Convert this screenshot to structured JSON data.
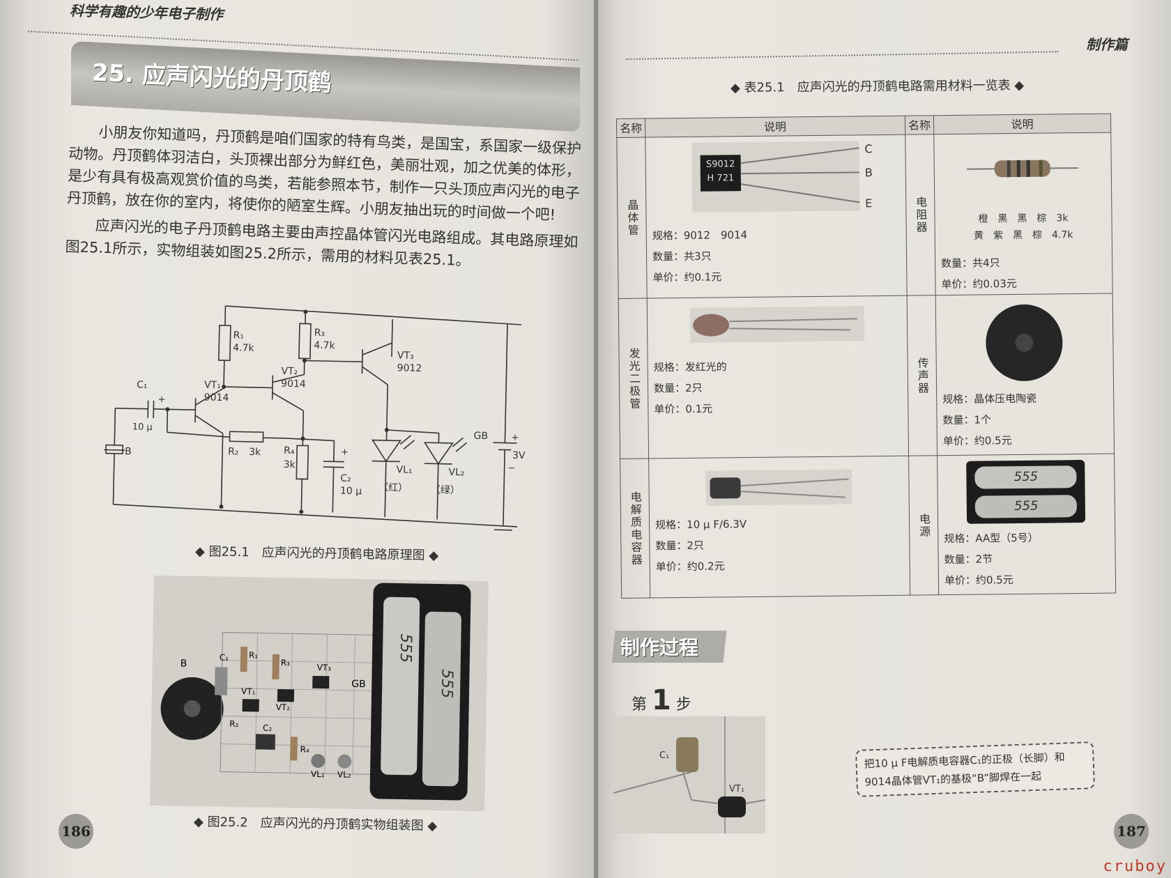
{
  "left": {
    "running_header": "科学有趣的少年电子制作",
    "chapter_title": "25. 应声闪光的丹顶鹤",
    "paragraphs": [
      "小朋友你知道吗，丹顶鹤是咱们国家的特有鸟类，是国宝，系国家一级保护动物。丹顶鹤体羽洁白，头顶裸出部分为鲜红色，美丽壮观，加之优美的体形，是少有具有极高观赏价值的鸟类，若能参照本节，制作一只头顶应声闪光的电子丹顶鹤，放在你的室内，将使你的陋室生辉。小朋友抽出玩的时间做一个吧!",
      "应声闪光的电子丹顶鹤电路主要由声控晶体管闪光电路组成。其电路原理如图25.1所示，实物组装如图25.2所示，需用的材料见表25.1。"
    ],
    "schematic": {
      "R1": "R₁",
      "R1v": "4.7k",
      "R3": "R₃",
      "R3v": "4.7k",
      "VT3": "VT₃",
      "VT3v": "9012",
      "VT2": "VT₂",
      "VT2v": "9014",
      "VT1": "VT₁",
      "VT1v": "9014",
      "C1": "C₁",
      "C1v": "10 μ",
      "plus": "+",
      "B": "B",
      "R2": "R₂",
      "R2v": "3k",
      "R4": "R₄",
      "R4v": "3k",
      "C2": "C₂",
      "C2v": "10 μ",
      "VL1": "VL₁",
      "VL1c": "（红）",
      "VL2": "VL₂",
      "VL2c": "（绿）",
      "GB": "GB",
      "GBv": "3V",
      "minus": "−"
    },
    "fig1_caption": "◆ 图25.1　应声闪光的丹顶鹤电路原理图 ◆",
    "photo_labels": {
      "B": "B",
      "C1": "C₁",
      "R1": "R₁",
      "R3": "R₃",
      "VT3": "VT₃",
      "VT1": "VT₁",
      "VT2": "VT₂",
      "R2": "R₂",
      "C2": "C₂",
      "R4": "R₄",
      "VL1": "VL₁",
      "VL2": "VL₂",
      "GB": "GB",
      "battery": "555"
    },
    "fig2_caption": "◆ 图25.2　应声闪光的丹顶鹤实物组装图 ◆",
    "page_number": "186"
  },
  "right": {
    "running_header": "制作篇",
    "table_caption": "◆ 表25.1　应声闪光的丹顶鹤电路需用材料一览表 ◆",
    "header_name": "名称",
    "header_desc": "说明",
    "items": [
      {
        "name": "晶体管",
        "mark1": "S9012",
        "mark2": "H 721",
        "pins": [
          "C",
          "B",
          "E"
        ],
        "spec": "规格：9012　9014",
        "qty": "数量：共3只",
        "price": "单价：约0.1元"
      },
      {
        "name": "电阻器",
        "bands1": "橙　黑　黑　棕　3k",
        "bands2": "黄　紫　黑　棕　4.7k",
        "qty": "数量：共4只",
        "price": "单价：约0.03元"
      },
      {
        "name": "发光二极管",
        "spec": "规格：发红光的",
        "qty": "数量：2只",
        "price": "单价：0.1元"
      },
      {
        "name": "传声器",
        "spec": "规格：晶体压电陶瓷",
        "qty": "数量：1个",
        "price": "单价：约0.5元"
      },
      {
        "name": "电解质电容器",
        "spec": "规格：10 μ F/6.3V",
        "qty": "数量：2只",
        "price": "单价：约0.2元"
      },
      {
        "name": "电源",
        "battery": "555",
        "spec": "规格：AA型（5号）",
        "qty": "数量：2节",
        "price": "单价：约0.5元"
      }
    ],
    "section_title": "制作过程",
    "step_prefix": "第",
    "step_num": "1",
    "step_suffix": "步",
    "step_labels": {
      "C1": "C₁",
      "VT1": "VT₁"
    },
    "callout": "把10 μ F电解质电容器C₁的正极（长脚）和9014晶体管VT₁的基极“B”脚焊在一起",
    "page_number": "187"
  },
  "watermark": "cruboy"
}
